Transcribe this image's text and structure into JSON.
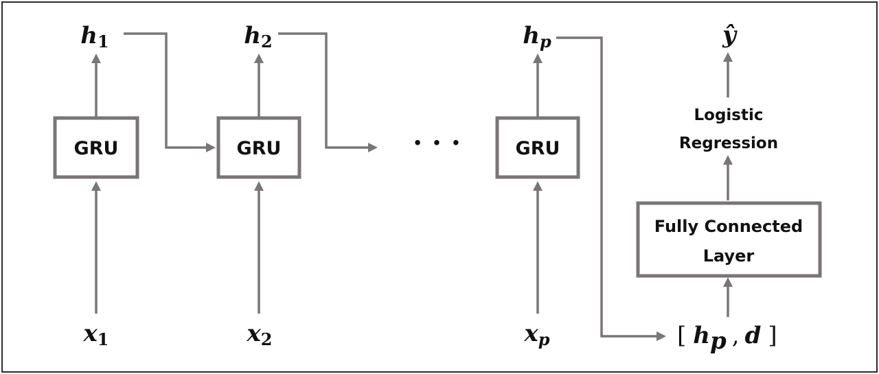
{
  "cells": [
    {
      "label": "GRU",
      "input_var": "x",
      "input_sub": "1",
      "hidden_var": "h",
      "hidden_sub": "1"
    },
    {
      "label": "GRU",
      "input_var": "x",
      "input_sub": "2",
      "hidden_var": "h",
      "hidden_sub": "2"
    },
    {
      "label": "GRU",
      "input_var": "x",
      "input_sub": "p",
      "hidden_var": "h",
      "hidden_sub": "p"
    }
  ],
  "ellipsis": "· · ·",
  "concat": {
    "open": "[",
    "var1": "h",
    "sub1": "p",
    "sep": ",",
    "var2": "d",
    "close": "]"
  },
  "fc_layer": {
    "line1": "Fully Connected",
    "line2": "Layer"
  },
  "logistic": {
    "line1": "Logistic",
    "line2": "Regression"
  },
  "output": {
    "symbol": "ŷ"
  },
  "colors": {
    "line": "#7a7576",
    "text": "#111111",
    "border": "#2b2b2b"
  }
}
